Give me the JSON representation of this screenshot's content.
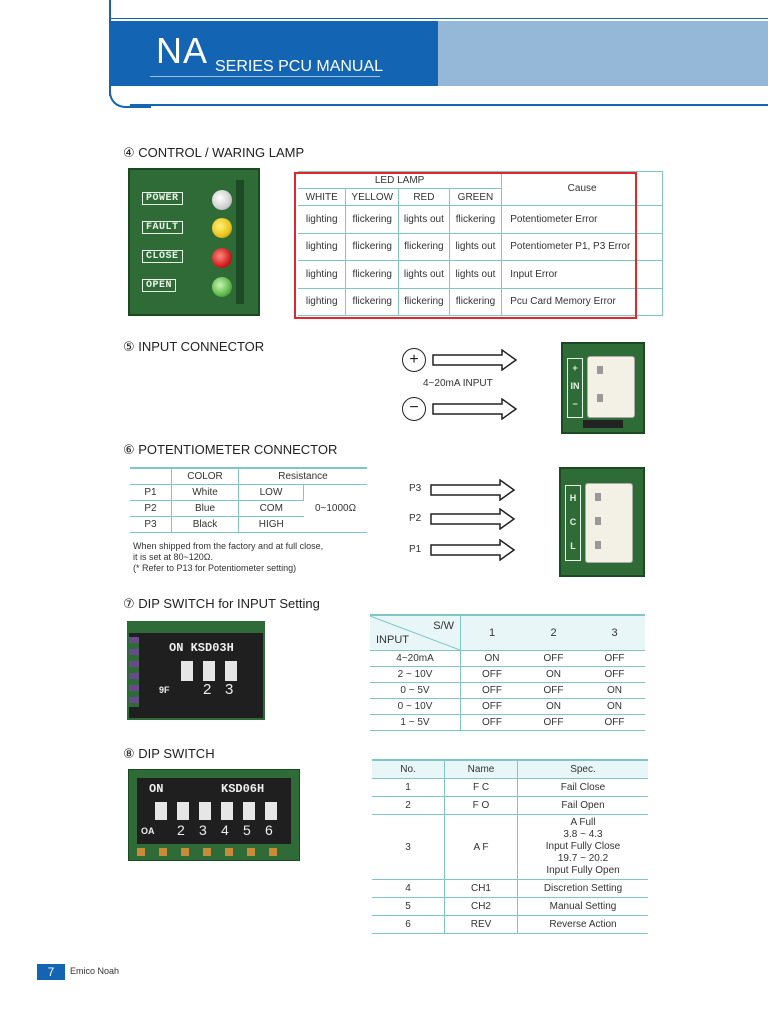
{
  "header": {
    "series": "NA",
    "subtitle": "SERIES PCU MANUAL"
  },
  "section4": {
    "title": "④ CONTROL / WARING LAMP",
    "board_labels": [
      "POWER",
      "FAULT",
      "CLOSE",
      "OPEN"
    ],
    "table": {
      "group_header": "LED LAMP",
      "cause_header": "Cause",
      "columns": [
        "WHITE",
        "YELLOW",
        "RED",
        "GREEN"
      ],
      "rows": [
        {
          "white": "lighting",
          "yellow": "flickering",
          "red": "lights out",
          "green": "flickering",
          "cause": "Potentiometer Error"
        },
        {
          "white": "lighting",
          "yellow": "flickering",
          "red": "flickering",
          "green": "lights out",
          "cause": "Potentiometer P1, P3 Error"
        },
        {
          "white": "lighting",
          "yellow": "flickering",
          "red": "lights out",
          "green": "lights out",
          "cause": "Input Error"
        },
        {
          "white": "lighting",
          "yellow": "flickering",
          "red": "flickering",
          "green": "flickering",
          "cause": "Pcu Card Memory Error"
        }
      ]
    }
  },
  "section5": {
    "title": "⑤ INPUT CONNECTOR",
    "plus": "+",
    "minus": "−",
    "input_label": "4~20mA INPUT",
    "board_labels": [
      "+",
      "IN",
      "−"
    ]
  },
  "section6": {
    "title": "⑥ POTENTIOMETER CONNECTOR",
    "table": {
      "headers": [
        "",
        "COLOR",
        "Resistance"
      ],
      "rows": [
        {
          "name": "P1",
          "color": "White",
          "res": "LOW"
        },
        {
          "name": "P2",
          "color": "Blue",
          "res": "COM"
        },
        {
          "name": "P3",
          "color": "Black",
          "res": "HIGH"
        }
      ],
      "range": "0~1000Ω"
    },
    "note": [
      "When shipped from the factory and at full close,",
      "it is set at 80~120Ω.",
      "(* Refer to P13 for Potentiometer setting)"
    ],
    "arrows": [
      "P3",
      "P2",
      "P1"
    ],
    "board_labels": [
      "H",
      "C",
      "L"
    ]
  },
  "section7": {
    "title": "⑦ DIP SWITCH for INPUT Setting",
    "chip_label": "ON KSD03H",
    "chip_numbers": [
      "9F",
      "2",
      "3"
    ],
    "table": {
      "sw_label": "S/W",
      "input_label": "INPUT",
      "columns": [
        "1",
        "2",
        "3"
      ],
      "rows": [
        {
          "input": "4~20mA",
          "s1": "ON",
          "s2": "OFF",
          "s3": "OFF"
        },
        {
          "input": "2 ~ 10V",
          "s1": "OFF",
          "s2": "ON",
          "s3": "OFF"
        },
        {
          "input": "0 ~ 5V",
          "s1": "OFF",
          "s2": "OFF",
          "s3": "ON"
        },
        {
          "input": "0 ~ 10V",
          "s1": "OFF",
          "s2": "ON",
          "s3": "ON"
        },
        {
          "input": "1 ~ 5V",
          "s1": "OFF",
          "s2": "OFF",
          "s3": "OFF"
        }
      ]
    }
  },
  "section8": {
    "title": "⑧ DIP SWITCH",
    "chip_on": "ON",
    "chip_label": "KSD06H",
    "chip_numbers": [
      "OA",
      "2",
      "3",
      "4",
      "5",
      "6"
    ],
    "table": {
      "headers": [
        "No.",
        "Name",
        "Spec."
      ],
      "rows": [
        {
          "no": "1",
          "name": "F C",
          "spec": "Fail Close"
        },
        {
          "no": "2",
          "name": "F O",
          "spec": "Fail Open"
        },
        {
          "no": "3",
          "name": "A F",
          "spec_lines": [
            "A Full",
            "3.8 ~ 4.3",
            "Input Fully Close",
            "19.7 ~ 20.2",
            "Input Fully Open"
          ]
        },
        {
          "no": "4",
          "name": "CH1",
          "spec": "Discretion Setting"
        },
        {
          "no": "5",
          "name": "CH2",
          "spec": "Manual Setting"
        },
        {
          "no": "6",
          "name": "REV",
          "spec": "Reverse Action"
        }
      ]
    }
  },
  "footer": {
    "page": "7",
    "brand": "Emico Noah"
  },
  "colors": {
    "brand_blue": "#1464b4",
    "light_blue": "#95b8d8",
    "table_line": "#7fc6c6",
    "highlight_red": "#e2262b",
    "pcb_green": "#2f6b36"
  }
}
